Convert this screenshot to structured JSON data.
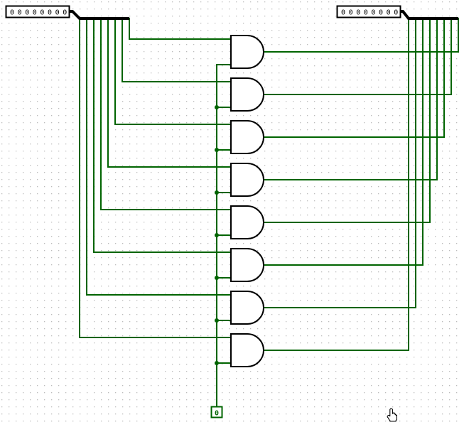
{
  "colors": {
    "background": "#ffffff",
    "grid_dot": "#bcbcbc",
    "wire_low": "#006400",
    "splitter": "#000000",
    "component_outline": "#000000",
    "pin_text": "#000000",
    "single_bit_pin": "#006400",
    "cursor_fill": "#ffffff",
    "cursor_outline": "#000000"
  },
  "left_input_pin": {
    "bits": [
      "0",
      "0",
      "0",
      "0",
      "0",
      "0",
      "0",
      "0"
    ]
  },
  "right_output_pin": {
    "bits": [
      "0",
      "0",
      "0",
      "0",
      "0",
      "0",
      "0",
      "0"
    ]
  },
  "bottom_input_pin": {
    "value": "0"
  },
  "gates": {
    "type": "AND",
    "count": 8
  },
  "icons": {
    "cursor": "hand-cursor-icon"
  }
}
